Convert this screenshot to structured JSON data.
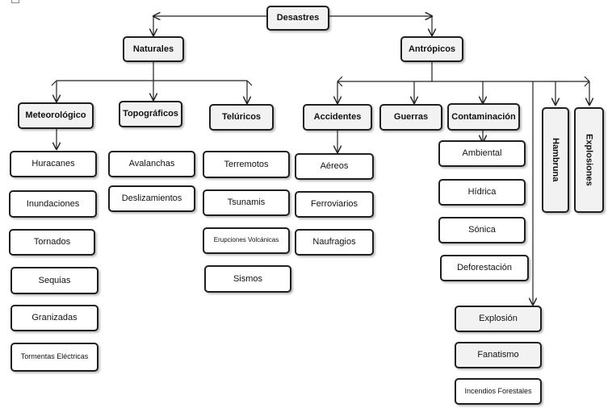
{
  "root": {
    "label": "Desastres"
  },
  "branches": {
    "naturales": "Naturales",
    "antropicos": "Antrópicos"
  },
  "naturales": {
    "meteorologico": {
      "label": "Meteorológico",
      "items": [
        "Huracanes",
        "Inundaciones",
        "Tornados",
        "Sequias",
        "Granizadas",
        "Tormentas Eléctricas"
      ]
    },
    "topograficos": {
      "label": "Topográficos",
      "items": [
        "Avalanchas",
        "Deslizamientos"
      ]
    },
    "teluricos": {
      "label": "Telúricos",
      "items": [
        "Terremotos",
        "Tsunamis",
        "Erupciones Volcánicas",
        "Sismos"
      ]
    }
  },
  "antropicos": {
    "accidentes": {
      "label": "Accidentes",
      "items": [
        "Aéreos",
        "Ferroviarios",
        "Naufragios"
      ]
    },
    "guerras": {
      "label": "Guerras"
    },
    "contaminacion": {
      "label": "Contaminación",
      "items": [
        "Ambiental",
        "Hídrica",
        "Sónica",
        "Deforestación"
      ]
    },
    "hambruna": {
      "label": "Hambruna"
    },
    "explosiones": {
      "label": "Explosiones"
    },
    "otros": [
      "Explosión",
      "Fanatismo",
      "Incendios Forestales"
    ]
  }
}
